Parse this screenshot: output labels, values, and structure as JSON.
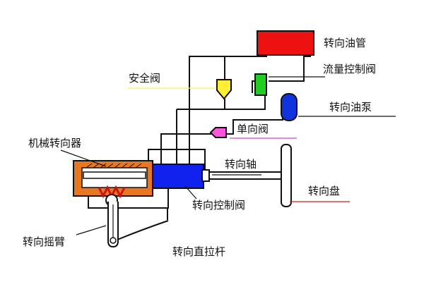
{
  "labels": {
    "steering_oil_pipe": "转向油管",
    "flow_control_valve": "流量控制阀",
    "safety_valve": "安全阀",
    "steering_pump": "转向油泵",
    "check_valve": "单向阀",
    "mechanical_steering_gear": "机械转向器",
    "steering_shaft": "转向轴",
    "steering_wheel": "转向盘",
    "steering_control_valve": "转向控制阀",
    "pitman_arm": "转向摇臂",
    "drag_link": "转向直拉杆"
  },
  "colors": {
    "oil_pipe": "#ee1111",
    "flow_valve": "#22cc22",
    "safety_valve": "#ffee33",
    "pump": "#1133dd",
    "check_valve": "#ff55dd",
    "control_valve": "#1122ee",
    "gear_housing": "#e87722",
    "gear_rack": "#cc1111",
    "safety_leader": "#ffee55",
    "check_leader": "#cc44cc",
    "wheel_leader": "#cc2222"
  }
}
